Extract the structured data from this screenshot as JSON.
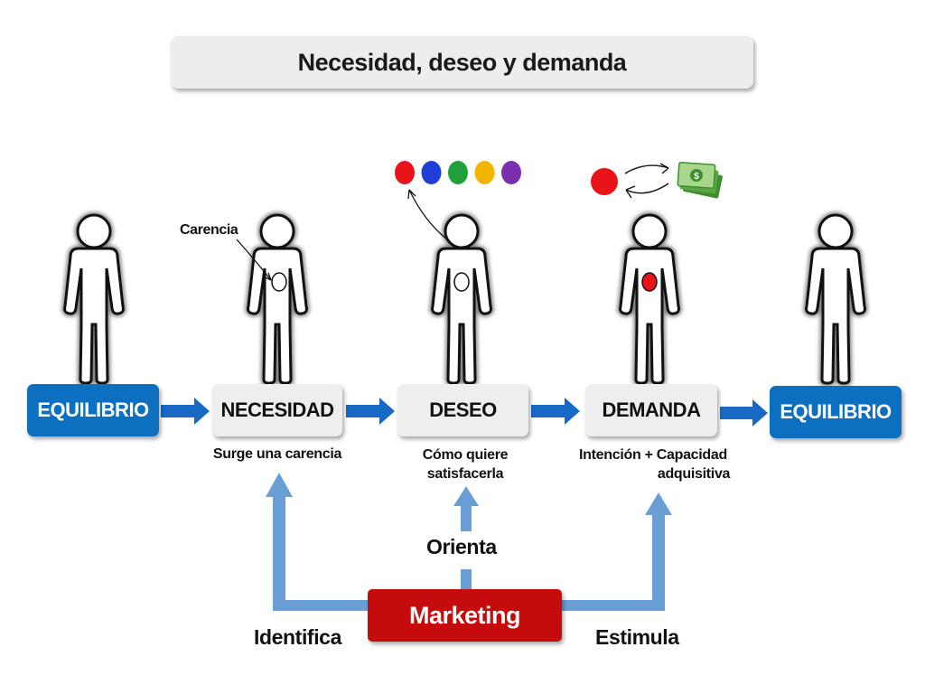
{
  "title": "Necesidad, deseo y demanda",
  "stages": [
    {
      "label": "EQUILIBRIO",
      "caption": ""
    },
    {
      "label": "NECESIDAD",
      "caption": "Surge una carencia"
    },
    {
      "label": "DESEO",
      "caption_lines": [
        "Cómo quiere",
        "satisfacerla"
      ]
    },
    {
      "label": "DEMANDA",
      "caption_lines": [
        "Intención + Capacidad",
        "adquisitiva"
      ]
    },
    {
      "label": "EQUILIBRIO",
      "caption": ""
    }
  ],
  "annotation": {
    "carencia": "Carencia"
  },
  "marketing": {
    "label": "Marketing",
    "actions": {
      "identifica": "Identifica",
      "orienta": "Orienta",
      "estimula": "Estimula"
    }
  },
  "desire_dots": [
    "#e8141a",
    "#1f3fd8",
    "#1fa03a",
    "#f2b400",
    "#7a2fae"
  ],
  "demand": {
    "heart_color": "#e8141a",
    "dot_color": "#e8141a",
    "money_icon": "money-bills-icon"
  },
  "colors": {
    "blue": "#0d6fc0",
    "red": "#c50b0b",
    "arrow_light": "#6a9fd6",
    "arrow_dark": "#1769c4"
  }
}
